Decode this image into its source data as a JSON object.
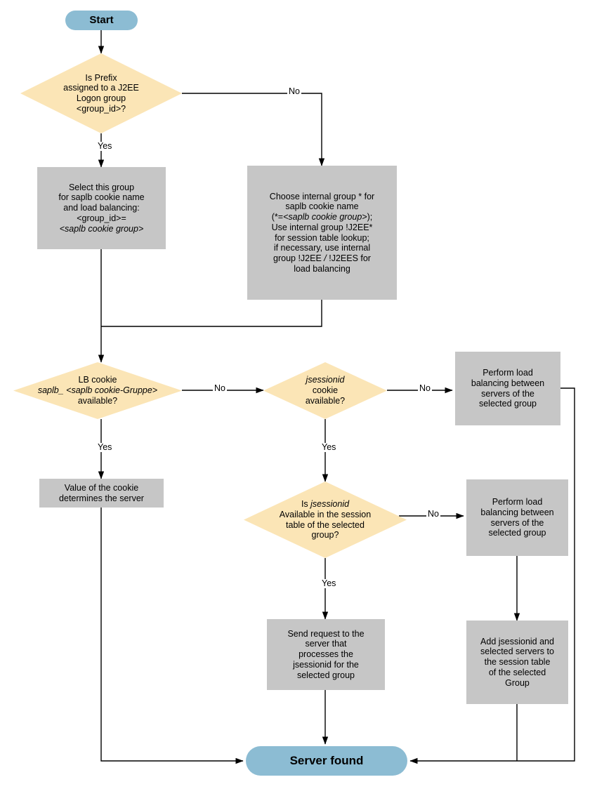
{
  "diagram": {
    "title": "SAP Web Dispatcher load balancing decision flow",
    "colors": {
      "terminator_fill": "#8cbcd3",
      "process_fill": "#c6c6c6",
      "decision_fill": "#fbe5b6",
      "line": "#000000",
      "background": "#ffffff"
    }
  },
  "nodes": {
    "start": {
      "label": "Start",
      "type": "terminator"
    },
    "prefix_decision": {
      "type": "decision",
      "lines": [
        {
          "text": "Is Prefix",
          "italic": false
        },
        {
          "text": "assigned to a J2EE",
          "italic": false
        },
        {
          "text": "Logon group",
          "italic": false
        },
        {
          "text": "<group_id>?",
          "italic": false
        }
      ]
    },
    "select_group": {
      "type": "process",
      "lines": [
        {
          "text": "Select this group",
          "italic": false
        },
        {
          "text": "for saplb cookie name",
          "italic": false
        },
        {
          "text": "and load balancing:",
          "italic": false
        },
        {
          "text": "<group_id>=",
          "italic": false
        },
        {
          "text": "<saplb cookie group>",
          "italic": true
        }
      ]
    },
    "choose_internal_group": {
      "type": "process",
      "lines": [
        {
          "text": "Choose internal group * for",
          "italic": false
        },
        {
          "text": "saplb cookie name",
          "italic": false
        },
        {
          "text": "(*=<saplb cookie group>);",
          "italic": "partial"
        },
        {
          "text": "Use internal group !J2EE*",
          "italic": false
        },
        {
          "text": "for session table lookup;",
          "italic": false
        },
        {
          "text": "if necessary, use internal",
          "italic": false
        },
        {
          "text": "group !J2EE / !J2EES for",
          "italic": "partial"
        },
        {
          "text": "load balancing",
          "italic": false
        }
      ],
      "segments": [
        {
          "text": "Choose internal group * for",
          "italic": false,
          "br": true
        },
        {
          "text": "saplb cookie name",
          "italic": false,
          "br": true
        },
        {
          "text": "(*=",
          "italic": false,
          "br": false
        },
        {
          "text": "<saplb cookie group>",
          "italic": true,
          "br": false
        },
        {
          "text": ");",
          "italic": false,
          "br": true
        },
        {
          "text": "Use internal group !J2EE*",
          "italic": false,
          "br": true
        },
        {
          "text": "for session table lookup;",
          "italic": false,
          "br": true
        },
        {
          "text": "if necessary, use internal",
          "italic": false,
          "br": true
        },
        {
          "text": "group !J2EE ",
          "italic": false,
          "br": false
        },
        {
          "text": "/",
          "italic": true,
          "br": false
        },
        {
          "text": " !J2EES for",
          "italic": false,
          "br": true
        },
        {
          "text": "load balancing",
          "italic": false,
          "br": false
        }
      ]
    },
    "lb_cookie_decision": {
      "type": "decision",
      "segments": [
        {
          "text": "LB cookie",
          "italic": false,
          "br": true
        },
        {
          "text": "saplb_ <saplb cookie-Gruppe>",
          "italic": true,
          "br": true
        },
        {
          "text": "available?",
          "italic": false,
          "br": false
        }
      ]
    },
    "cookie_value_determines": {
      "type": "process",
      "lines": [
        {
          "text": "Value of the cookie",
          "italic": false
        },
        {
          "text": "determines the server",
          "italic": false
        }
      ]
    },
    "jsessionid_cookie_decision": {
      "type": "decision",
      "segments": [
        {
          "text": "jsessionid",
          "italic": true,
          "br": true
        },
        {
          "text": "cookie",
          "italic": false,
          "br": true
        },
        {
          "text": "available?",
          "italic": false,
          "br": false
        }
      ]
    },
    "jsessionid_in_table_decision": {
      "type": "decision",
      "segments": [
        {
          "text": "Is ",
          "italic": false,
          "br": false
        },
        {
          "text": "jsessionid",
          "italic": true,
          "br": true
        },
        {
          "text": "Available in the session",
          "italic": false,
          "br": true
        },
        {
          "text": "table of the selected",
          "italic": false,
          "br": true
        },
        {
          "text": "group?",
          "italic": false,
          "br": false
        }
      ]
    },
    "perform_lb_top": {
      "type": "process",
      "lines": [
        {
          "text": "Perform load",
          "italic": false
        },
        {
          "text": "balancing between",
          "italic": false
        },
        {
          "text": "servers of the",
          "italic": false
        },
        {
          "text": "selected group",
          "italic": false
        }
      ]
    },
    "perform_lb_bottom": {
      "type": "process",
      "lines": [
        {
          "text": "Perform load",
          "italic": false
        },
        {
          "text": "balancing between",
          "italic": false
        },
        {
          "text": "servers of the",
          "italic": false
        },
        {
          "text": "selected group",
          "italic": false
        }
      ]
    },
    "send_request": {
      "type": "process",
      "lines": [
        {
          "text": "Send request to the",
          "italic": false
        },
        {
          "text": "server that",
          "italic": false
        },
        {
          "text": "processes the",
          "italic": false
        },
        {
          "text": "jsessionid for the",
          "italic": false
        },
        {
          "text": "selected group",
          "italic": false
        }
      ]
    },
    "add_jsessionid": {
      "type": "process",
      "lines": [
        {
          "text": "Add jsessionid and",
          "italic": false
        },
        {
          "text": "selected servers to",
          "italic": false
        },
        {
          "text": "the session table",
          "italic": false
        },
        {
          "text": "of the selected",
          "italic": false
        },
        {
          "text": "Group",
          "italic": false
        }
      ]
    },
    "server_found": {
      "label": "Server found",
      "type": "terminator"
    }
  },
  "edge_labels": {
    "prefix_no": "No",
    "prefix_yes": "Yes",
    "lb_cookie_no": "No",
    "lb_cookie_yes": "Yes",
    "jsessionid_cookie_no": "No",
    "jsessionid_cookie_yes": "Yes",
    "jsessionid_table_no": "No",
    "jsessionid_table_yes": "Yes"
  }
}
